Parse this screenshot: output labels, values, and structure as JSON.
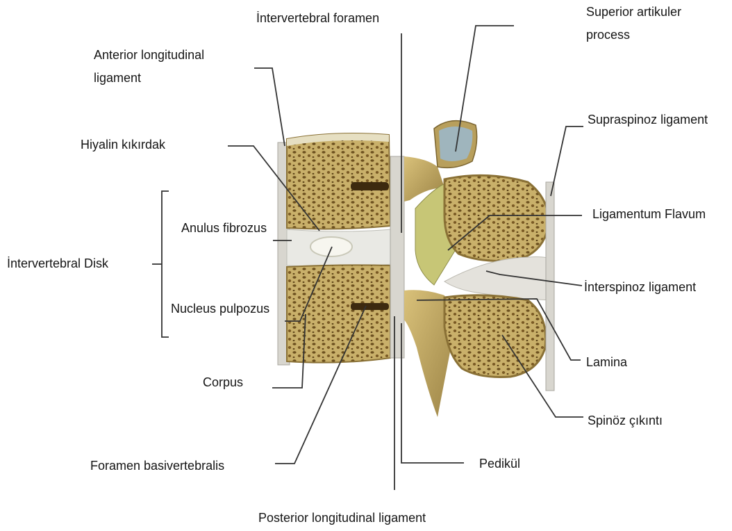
{
  "labels": {
    "intervertebral_foramen": "İntervertebral foramen",
    "superior_artikuler": "Superior artikuler",
    "superior_artikuler_2": "process",
    "anterior_longitudinal": "Anterior longitudinal",
    "anterior_longitudinal_2": "ligament",
    "supraspinoz": "Supraspinoz ligament",
    "hiyalin": "Hiyalin kıkırdak",
    "ligamentum_flavum": "Ligamentum Flavum",
    "anulus": "Anulus fibrozus",
    "intervertebral_disk": "İntervertebral Disk",
    "interspinoz": "İnterspinoz ligament",
    "nucleus": "Nucleus pulpozus",
    "lamina": "Lamina",
    "corpus": "Corpus",
    "spinoz": "Spinöz çıkıntı",
    "pedikul": "Pedikül",
    "foramen_basivertebralis": "Foramen basivertebralis",
    "posterior_longitudinal": "Posterior longitudinal ligament"
  },
  "colors": {
    "bone": "#c9b06a",
    "bone_dark": "#6b4f1e",
    "disk": "#e9e9e4",
    "ligament": "#d8d6cf",
    "leader": "#333333",
    "cartilage": "#9fb5bd",
    "flavum": "#c7c676"
  }
}
